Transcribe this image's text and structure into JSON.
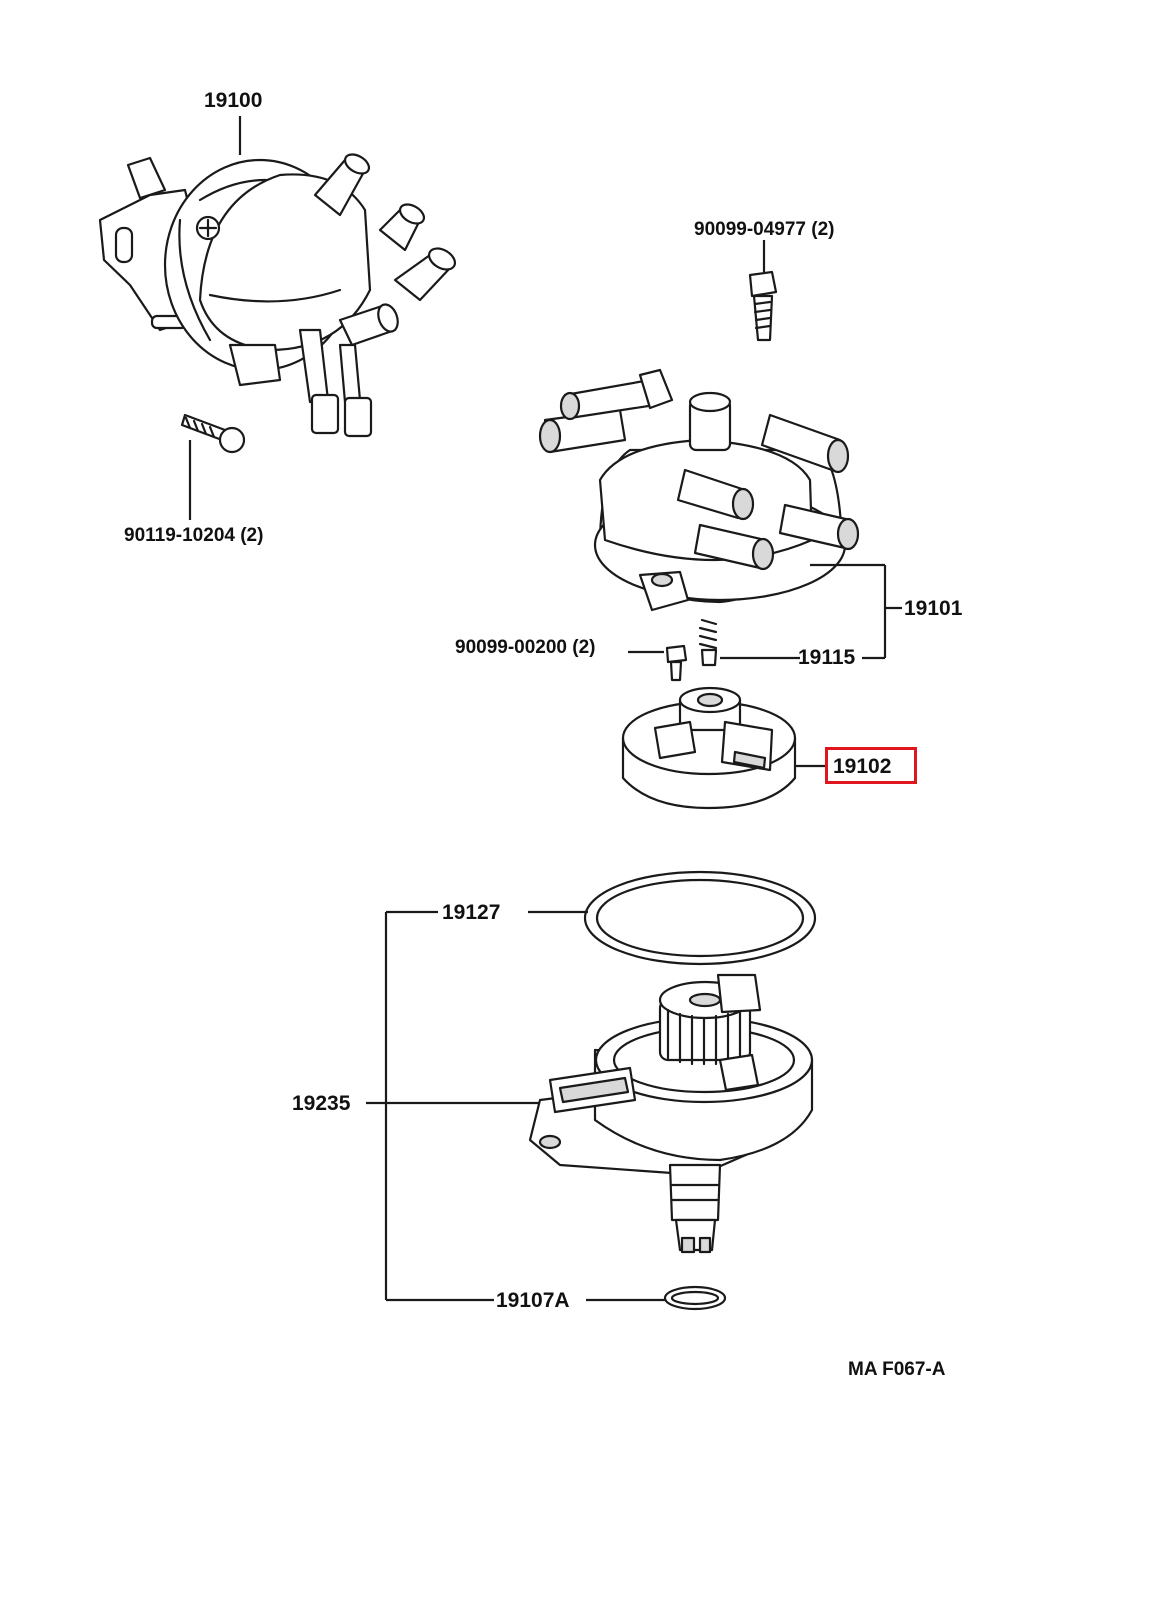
{
  "diagram": {
    "part_labels": [
      {
        "id": "distributor-assembly",
        "text": "19100"
      },
      {
        "id": "bolt-a",
        "text": "90119-10204 (2)"
      },
      {
        "id": "screw-top",
        "text": "90099-04977 (2)"
      },
      {
        "id": "distributor-cap",
        "text": "19101"
      },
      {
        "id": "screw-small",
        "text": "90099-00200 (2)"
      },
      {
        "id": "spring-carbon",
        "text": "19115"
      },
      {
        "id": "rotor",
        "text": "19102"
      },
      {
        "id": "o-ring-large",
        "text": "19127"
      },
      {
        "id": "housing",
        "text": "19235"
      },
      {
        "id": "o-ring-small",
        "text": "19107A"
      }
    ],
    "highlighted_part": "19102",
    "highlight_color": "#e0161e",
    "figure_code": "MA F067-A"
  }
}
